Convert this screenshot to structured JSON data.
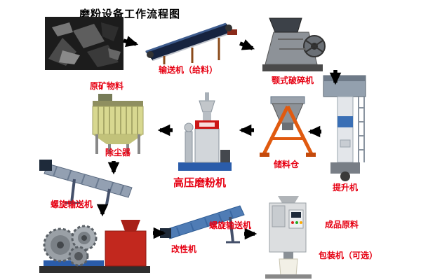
{
  "title": "磨粉设备工作流程图",
  "colors": {
    "label": "#e60012",
    "title": "#000000",
    "arrow": "#000000",
    "background": "#ffffff"
  },
  "nodes": {
    "raw_ore_photo": {
      "label": "原矿物料",
      "type": "photo-of-raw-ore"
    },
    "feed_conveyor": {
      "label": "输送机（给料）"
    },
    "jaw_crusher": {
      "label": "颚式破碎机"
    },
    "bucket_elevator": {
      "label": "提升机"
    },
    "storage_silo": {
      "label": "储料仓"
    },
    "grinding_mill": {
      "label": "高压磨粉机"
    },
    "dust_collector": {
      "label": "除尘器"
    },
    "screw_conveyor_1": {
      "label": "螺旋输送机"
    },
    "modifying_machine": {
      "label": "改性机"
    },
    "screw_conveyor_2": {
      "label": "螺旋输送机"
    },
    "packing_machine": {
      "label": "包装机（可选）"
    },
    "finished_product": {
      "label": "成品原料"
    }
  },
  "flow": [
    {
      "from": "raw_ore_photo",
      "to": "feed_conveyor",
      "direction": "right"
    },
    {
      "from": "feed_conveyor",
      "to": "jaw_crusher",
      "direction": "right"
    },
    {
      "from": "jaw_crusher",
      "to": "bucket_elevator",
      "direction": "down"
    },
    {
      "from": "bucket_elevator",
      "to": "storage_silo",
      "direction": "left"
    },
    {
      "from": "storage_silo",
      "to": "grinding_mill",
      "direction": "left"
    },
    {
      "from": "grinding_mill",
      "to": "dust_collector",
      "direction": "left"
    },
    {
      "from": "dust_collector",
      "to": "screw_conveyor_1",
      "direction": "down"
    },
    {
      "from": "screw_conveyor_1",
      "to": "modifying_machine",
      "direction": "down"
    },
    {
      "from": "modifying_machine",
      "to": "screw_conveyor_2",
      "direction": "right"
    },
    {
      "from": "screw_conveyor_2",
      "to": "packing_machine",
      "direction": "right"
    }
  ]
}
